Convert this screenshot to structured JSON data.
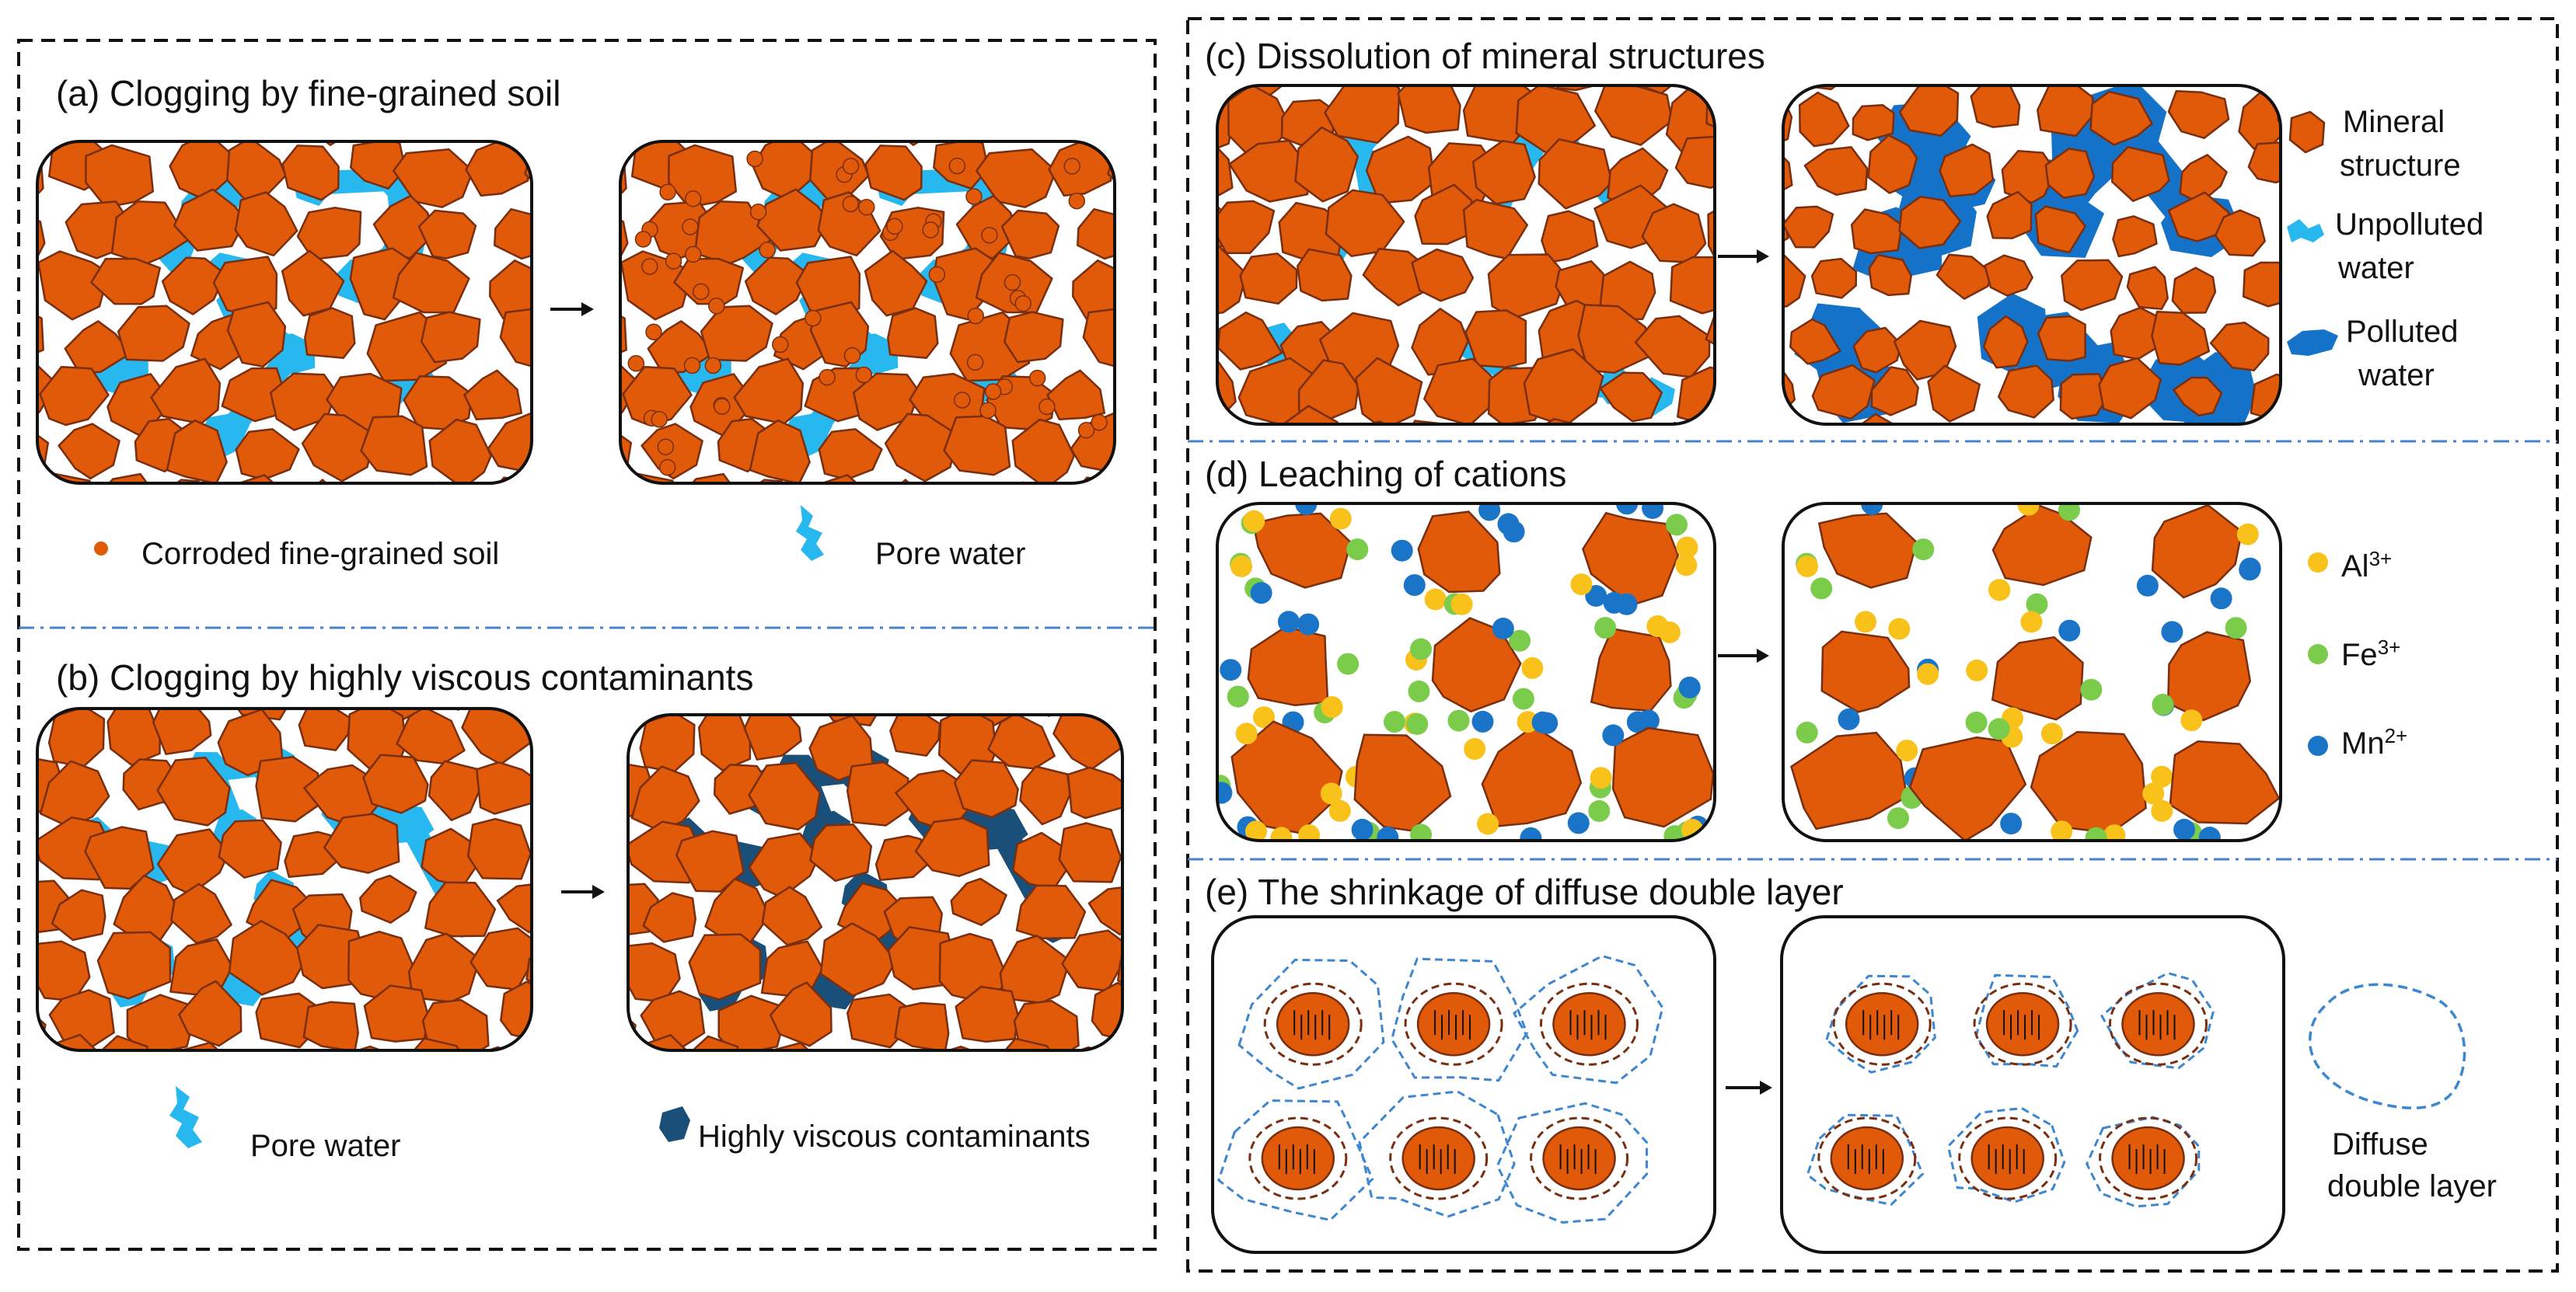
{
  "colors": {
    "mineral": "#E05A0A",
    "mineral_edge": "#7A2E10",
    "unpolluted_water": "#26B8EF",
    "polluted_water": "#1473C9",
    "viscous": "#1A4F7A",
    "al": "#F8C21A",
    "fe": "#7ACC4A",
    "mn": "#1A74C8",
    "ddl": "#3D86D0"
  },
  "panels": {
    "a": {
      "title": "(a) Clogging by fine-grained soil",
      "legend_soil": "Corroded fine-grained soil",
      "legend_water": "Pore water"
    },
    "b": {
      "title": "(b) Clogging by highly viscous contaminants",
      "legend_water": "Pore water",
      "legend_viscous": "Highly viscous contaminants"
    },
    "c": {
      "title": "(c) Dissolution of mineral structures",
      "legend_mineral": [
        "Mineral",
        "structure"
      ],
      "legend_unpolluted": [
        "Unpolluted",
        "water"
      ],
      "legend_polluted": [
        "Polluted",
        "water"
      ]
    },
    "d": {
      "title": "(d) Leaching of cations",
      "ions": [
        {
          "base": "Al",
          "charge": "3+"
        },
        {
          "base": "Fe",
          "charge": "3+"
        },
        {
          "base": "Mn",
          "charge": "2+"
        }
      ]
    },
    "e": {
      "title": "(e) The shrinkage of diffuse double layer",
      "legend_ddl": [
        "Diffuse",
        "double layer"
      ]
    }
  }
}
